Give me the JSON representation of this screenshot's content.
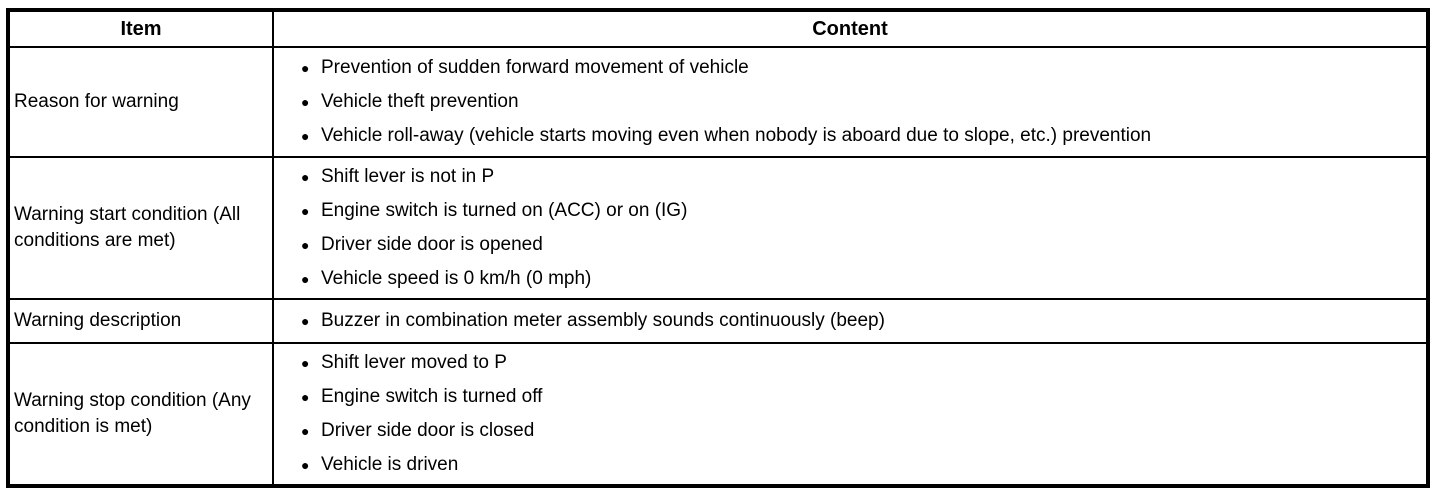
{
  "page": {
    "background_color": "#ffffff",
    "text_color": "#000000",
    "border_color": "#000000"
  },
  "table": {
    "bullet_glyph": "●",
    "headers": {
      "item": "Item",
      "content": "Content"
    },
    "rows": [
      {
        "item": "Reason for warning",
        "bullets": [
          "Prevention of sudden forward movement of vehicle",
          "Vehicle theft prevention",
          "Vehicle roll-away (vehicle starts moving even when nobody is aboard due to slope, etc.) prevention"
        ]
      },
      {
        "item": "Warning start condition (All conditions are met)",
        "bullets": [
          "Shift lever is not in P",
          "Engine switch is turned on (ACC) or on (IG)",
          "Driver side door is opened",
          "Vehicle speed is 0 km/h (0 mph)"
        ]
      },
      {
        "item": "Warning description",
        "bullets": [
          "Buzzer in combination meter assembly sounds continuously (beep)"
        ]
      },
      {
        "item": "Warning stop condition (Any condition is met)",
        "bullets": [
          "Shift lever moved to P",
          "Engine switch is turned off",
          "Driver side door is closed",
          "Vehicle is driven"
        ]
      }
    ]
  }
}
